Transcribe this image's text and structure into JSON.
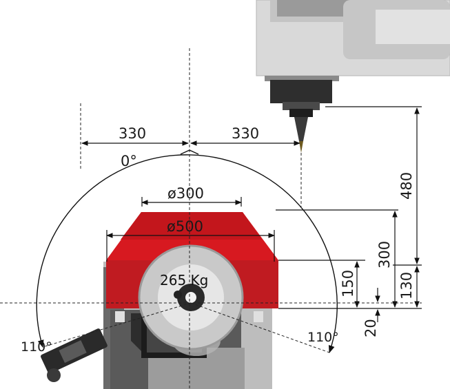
{
  "colors": {
    "table_red": "#d71920",
    "housing_gray": "#d5d5d5",
    "dark_gray": "#3d3d3d",
    "line": "#111111"
  },
  "dimensions": {
    "left_offset": "330",
    "right_offset": "330",
    "center_angle": "0°",
    "top_diameter": "ø300",
    "bottom_diameter": "ø500",
    "max_load": "265 Kg",
    "left_tilt": "110°",
    "right_tilt": "110°",
    "spindle_height": "480",
    "table_height": "300",
    "height_130": "130",
    "height_150": "150",
    "height_20": "20"
  }
}
